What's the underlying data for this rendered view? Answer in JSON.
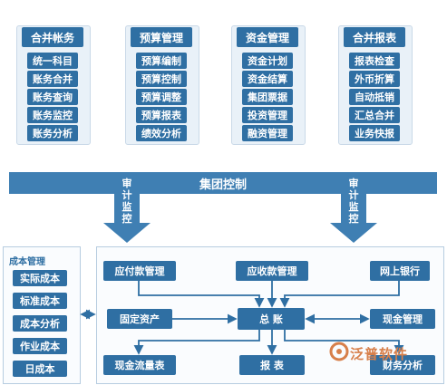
{
  "columns": [
    {
      "title": "合并帐务",
      "items": [
        "统一科目",
        "账务合并",
        "账务查询",
        "账务监控",
        "账务分析"
      ]
    },
    {
      "title": "预算管理",
      "items": [
        "预算编制",
        "预算控制",
        "预算调整",
        "预算报表",
        "绩效分析"
      ]
    },
    {
      "title": "资金管理",
      "items": [
        "资金计划",
        "资金结算",
        "集团票据",
        "投资管理",
        "融资管理"
      ]
    },
    {
      "title": "合并报表",
      "items": [
        "报表检查",
        "外币折算",
        "自动抵销",
        "汇总合并",
        "业务快报"
      ]
    }
  ],
  "control_bar": {
    "label": "集团控制"
  },
  "audit_left": "审计监控",
  "audit_right": "审计监控",
  "cost_panel": {
    "title": "成本管理",
    "items": [
      "实际成本",
      "标准成本",
      "成本分析",
      "作业成本",
      "日成本"
    ]
  },
  "flow_boxes": {
    "payable": "应付款管理",
    "receivable": "应收款管理",
    "online_bank": "网上银行",
    "fixed_assets": "固定资产",
    "ledger": "总  账",
    "cash": "现金管理",
    "cash_flow": "现金流量表",
    "report": "报  表",
    "fin_analysis": "财务分析"
  },
  "watermark": "泛普软件",
  "colors": {
    "primary": "#2f6fa3",
    "bar": "#3f7fb3",
    "light": "#e9f1f8",
    "watermark": "#d77f4a"
  }
}
